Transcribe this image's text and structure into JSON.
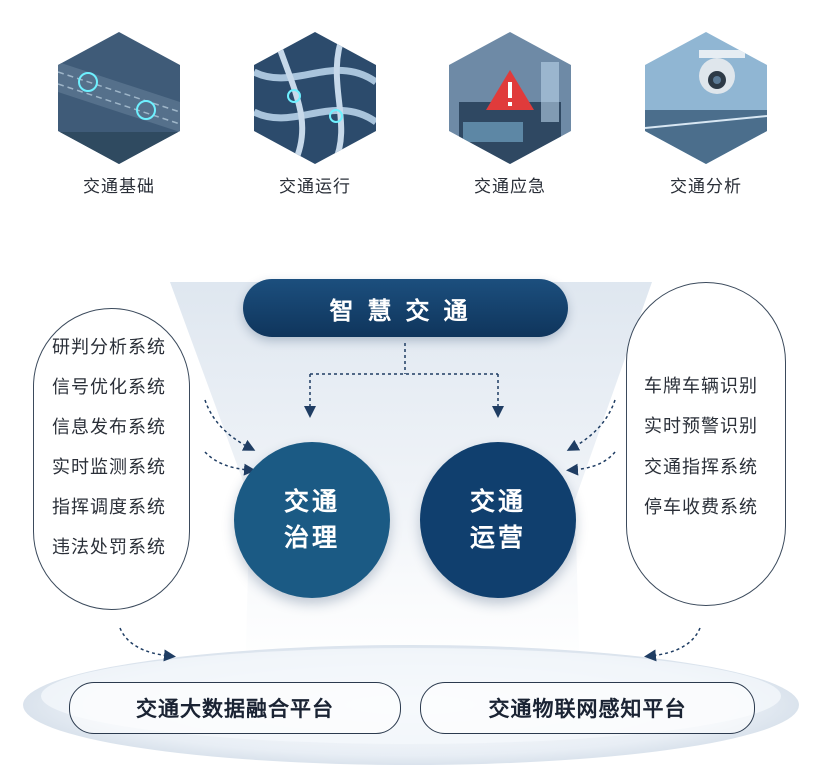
{
  "top_tiles": [
    {
      "label": "交通基础",
      "icon": "highway-aerial-image"
    },
    {
      "label": "交通运行",
      "icon": "interchange-aerial-image"
    },
    {
      "label": "交通应急",
      "icon": "emergency-warning-image"
    },
    {
      "label": "交通分析",
      "icon": "surveillance-camera-image"
    }
  ],
  "center_title": "智慧交通",
  "left_systems": [
    "研判分析系统",
    "信号优化系统",
    "信息发布系统",
    "实时监测系统",
    "指挥调度系统",
    "违法处罚系统"
  ],
  "right_systems": [
    "车牌车辆识别",
    "实时预警识别",
    "交通指挥系统",
    "停车收费系统"
  ],
  "circles": [
    {
      "line1": "交通",
      "line2": "治理",
      "color": "#1b5a84"
    },
    {
      "line1": "交通",
      "line2": "运营",
      "color": "#103f6e"
    }
  ],
  "platforms": [
    "交通大数据融合平台",
    "交通物联网感知平台"
  ],
  "colors": {
    "primary": "#0f355c",
    "accent": "#1b5a84",
    "funnel": "#dde6f0"
  }
}
